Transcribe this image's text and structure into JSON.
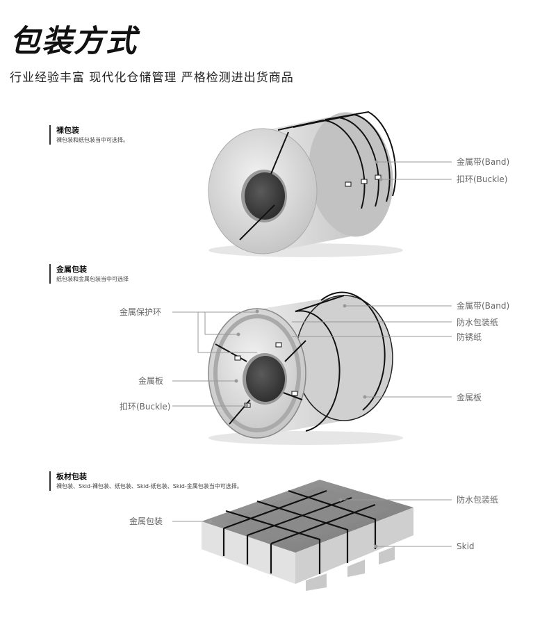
{
  "header": {
    "title": "包装方式",
    "subtitle": "行业经验丰富 现代化仓储管理 严格检测进出货商品"
  },
  "sections": [
    {
      "heading": "裸包装",
      "desc": "裸包装和纸包装当中可选择。",
      "labels": {
        "band": "金属带(Band)",
        "buckle": "扣环(Buckle)"
      }
    },
    {
      "heading": "金属包装",
      "desc": "纸包装和金属包装当中可选择",
      "labels": {
        "metal_ring": "金属保护环",
        "metal_plate_left": "金属板",
        "buckle": "扣环(Buckle)",
        "band": "金属带(Band)",
        "waterproof": "防水包装纸",
        "antirust": "防锈纸",
        "metal_plate_right": "金属板"
      }
    },
    {
      "heading": "板材包装",
      "desc": "裸包装、Skid-裸包装、纸包装、Skid-纸包装、Skid-金属包装当中可选择。",
      "labels": {
        "metal_pack": "金属包装",
        "waterproof": "防水包装纸",
        "skid": "Skid"
      }
    }
  ]
}
